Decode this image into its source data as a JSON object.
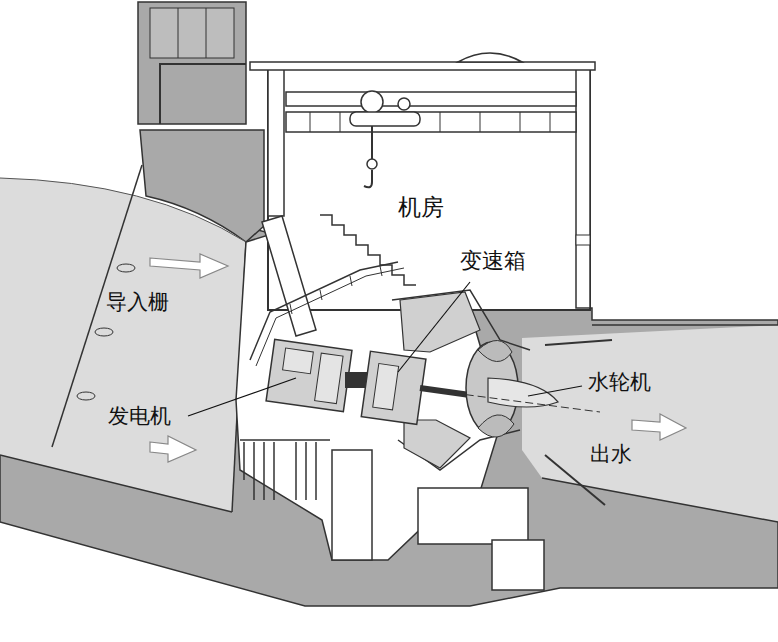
{
  "diagram": {
    "labels": [
      "机房",
      "变速箱",
      "导入栅",
      "发电机",
      "水轮机",
      "出水"
    ]
  }
}
